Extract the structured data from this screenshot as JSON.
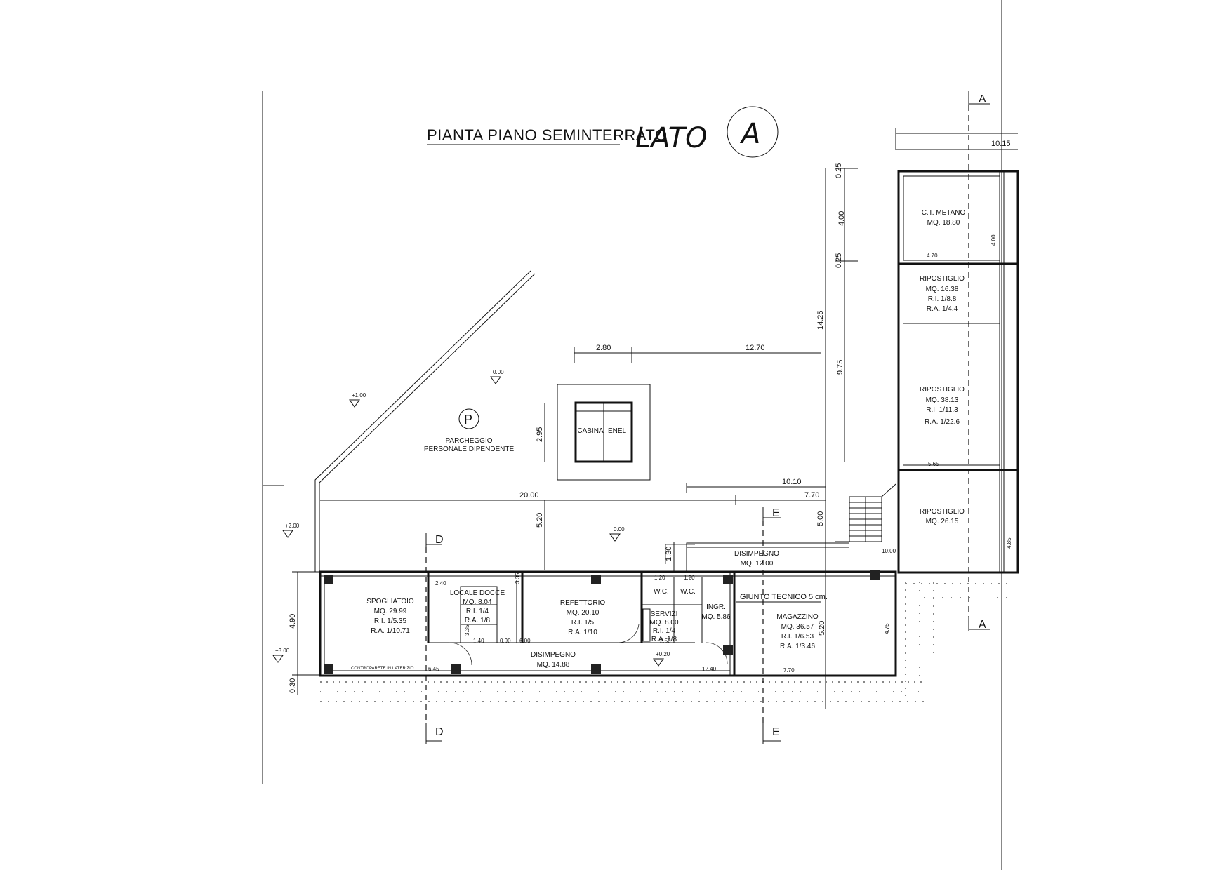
{
  "title": "PIANTA PIANO SEMINTERRATO",
  "handwritten": "LATO",
  "handwritten_circle": "A",
  "parking": {
    "symbol": "P",
    "label_line1": "PARCHEGGIO",
    "label_line2": "PERSONALE DIPENDENTE"
  },
  "cabina": {
    "left": "CABINA",
    "right": "ENEL"
  },
  "rooms": {
    "ct_metano": {
      "name": "C.T. METANO",
      "mq": "MQ. 18.80"
    },
    "ripostiglio1": {
      "name": "RIPOSTIGLIO",
      "mq": "MQ. 16.38",
      "ri": "R.I. 1/8.8",
      "ra": "R.A. 1/4.4"
    },
    "ripostiglio2": {
      "name": "RIPOSTIGLIO",
      "mq": "MQ. 38.13",
      "ri": "R.I. 1/11.3",
      "ra": "R.A. 1/22.6"
    },
    "ripostiglio3": {
      "name": "RIPOSTIGLIO",
      "mq": "MQ. 26.15"
    },
    "spogliatoio": {
      "name": "SPOGLIATOIO",
      "mq": "MQ. 29.99",
      "ri": "R.I. 1/5.35",
      "ra": "R.A. 1/10.71"
    },
    "locale_docce": {
      "name": "LOCALE DOCCE",
      "mq": "MQ. 8.04",
      "ri": "R.I. 1/4",
      "ra": "R.A. 1/8"
    },
    "refettorio": {
      "name": "REFETTORIO",
      "mq": "MQ. 20.10",
      "ri": "R.I. 1/5",
      "ra": "R.A. 1/10"
    },
    "servizi": {
      "name": "SERVIZI",
      "mq": "MQ. 8.00",
      "ri": "R.I. 1/4",
      "ra": "R.A. 1/8"
    },
    "wc1": "W.C.",
    "wc2": "W.C.",
    "ingr": {
      "name": "INGR.",
      "mq": "MQ. 5.86"
    },
    "disimpegno_top": {
      "name": "DISIMPEGNO",
      "mq": "MQ. 12.00"
    },
    "disimpegno_bottom": {
      "name": "DISIMPEGNO",
      "mq": "MQ. 14.88"
    },
    "magazzino": {
      "name": "MAGAZZINO",
      "mq": "MQ. 36.57",
      "ri": "R.I. 1/6.53",
      "ra": "R.A. 1/3.46"
    }
  },
  "notes": {
    "giunto": "GIUNTO TECNICO 5 cm.",
    "controparete": "CONTROPARETE IN LATERIZIO"
  },
  "levels": {
    "l100": "+1.00",
    "l000a": "0.00",
    "l000b": "0.00",
    "l200": "+2.00",
    "l300": "+3.00",
    "l020": "+0.20"
  },
  "dims": {
    "d1015": "10.15",
    "d025a": "0.25",
    "d400": "4.00",
    "d025b": "0.25",
    "d1425": "14.25",
    "d975": "9.75",
    "d280": "2.80",
    "d1270": "12.70",
    "d295": "2.95",
    "d1010": "10.10",
    "d2000": "20.00",
    "d770a": "7.70",
    "d520a": "5.20",
    "d500": "5.00",
    "d490": "4.90",
    "d030": "0.30",
    "d130": "1.30",
    "d240": "2.40",
    "d335a": "3.35",
    "d335b": "3.35",
    "d140": "1.40",
    "d090": "0.90",
    "d600": "6.00",
    "d645": "6.45",
    "d1240": "12.40",
    "d250": "2.50",
    "d120a": "1.20",
    "d120b": "1.20",
    "d520b": "5.20",
    "d475": "4.75",
    "d770b": "7.70",
    "d470": "4.70",
    "d565": "5.65",
    "d1000": "10.00",
    "d485": "4.85",
    "d400b": "4.00"
  },
  "sections": {
    "a_top": "A",
    "a_bottom": "A",
    "d_top": "D",
    "d_bottom": "D",
    "e_top": "E",
    "e_bottom": "E"
  }
}
